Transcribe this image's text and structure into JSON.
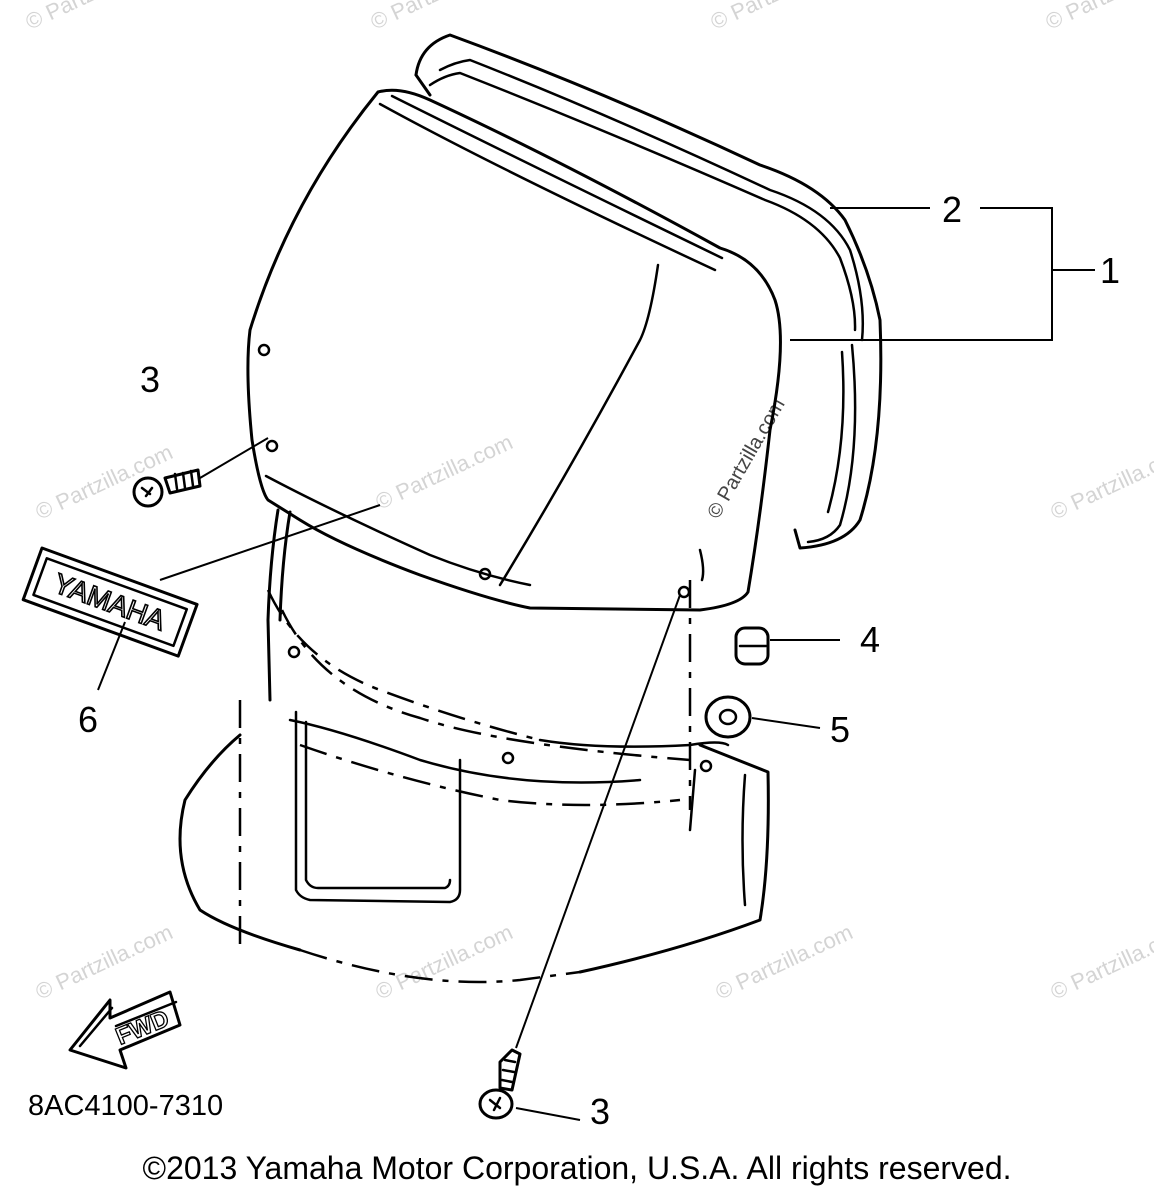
{
  "diagram": {
    "code": "8AC4100-7310",
    "copyright": "©2013  Yamaha Motor Corporation, U.S.A. All rights reserved.",
    "watermark": "© Partzilla.com",
    "emblem_text": "YAMAHA",
    "direction_label": "FWD",
    "callouts": {
      "c1": "1",
      "c2": "2",
      "c3_top": "3",
      "c3_bottom": "3",
      "c4": "4",
      "c5": "5",
      "c6": "6"
    }
  }
}
